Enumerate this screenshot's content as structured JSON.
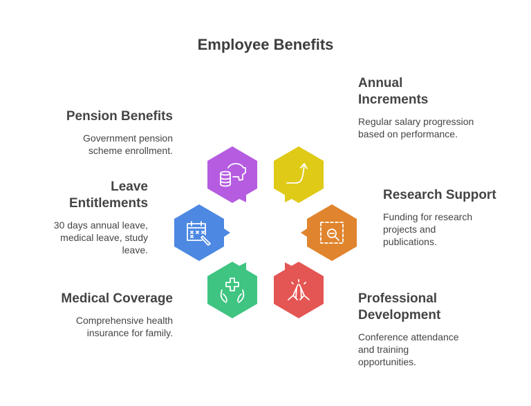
{
  "title": "Employee Benefits",
  "items": [
    {
      "heading": "Pension Benefits",
      "body": "Government pension scheme enrollment.",
      "icon": "piggy-bank-icon",
      "color": "#b55ce0"
    },
    {
      "heading": "Annual Increments",
      "body": "Regular salary progression based on performance.",
      "icon": "growth-arrow-icon",
      "color": "#dfca17"
    },
    {
      "heading": "Leave Entitlements",
      "body": "30 days annual leave, medical leave, study leave.",
      "icon": "calendar-icon",
      "color": "#4d88e2"
    },
    {
      "heading": "Research Support",
      "body": "Funding for research projects and publications.",
      "icon": "magnifier-icon",
      "color": "#e0842e"
    },
    {
      "heading": "Medical Coverage",
      "body": "Comprehensive health insurance for family.",
      "icon": "health-hands-icon",
      "color": "#3fc482"
    },
    {
      "heading": "Professional Development",
      "body": "Conference attendance and training opportunities.",
      "icon": "praying-hands-icon",
      "color": "#e45653"
    }
  ]
}
